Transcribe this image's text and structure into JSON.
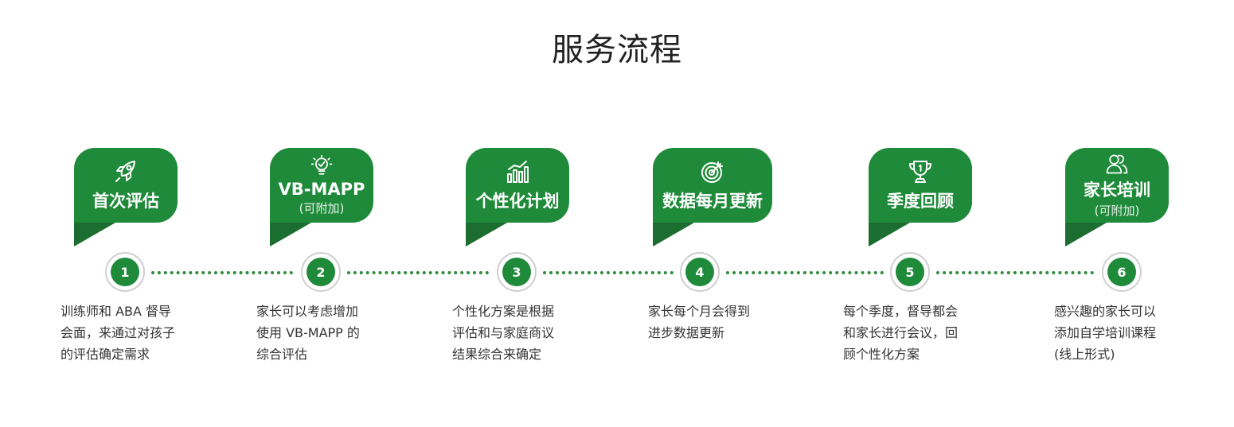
{
  "title": "服务流程",
  "steps": [
    {
      "number": "1",
      "label": "首次评估",
      "sub": "",
      "icon": "rocket-icon",
      "desc_lines": [
        "训练师和 ABA 督导",
        "会面，来通过对孩子",
        "的评估确定需求"
      ]
    },
    {
      "number": "2",
      "label": "VB-MAPP",
      "sub": "(可附加)",
      "icon": "lightbulb-icon",
      "desc_lines": [
        "家长可以考虑增加",
        "使用 VB-MAPP 的",
        "综合评估"
      ]
    },
    {
      "number": "3",
      "label": "个性化计划",
      "sub": "",
      "icon": "bar-chart-icon",
      "desc_lines": [
        "个性化方案是根据",
        "评估和与家庭商议",
        "结果综合来确定"
      ]
    },
    {
      "number": "4",
      "label": "数据每月更新",
      "sub": "",
      "icon": "target-icon",
      "desc_lines": [
        "家长每个月会得到",
        "进步数据更新"
      ]
    },
    {
      "number": "5",
      "label": "季度回顾",
      "sub": "",
      "icon": "trophy-icon",
      "desc_lines": [
        "每个季度，督导都会",
        "和家长进行会议，回",
        "顾个性化方案"
      ]
    },
    {
      "number": "6",
      "label": "家长培训",
      "sub": "(可附加)",
      "icon": "users-icon",
      "desc_lines": [
        "感兴趣的家长可以",
        "添加自学培训课程",
        "(线上形式)"
      ]
    }
  ],
  "colors": {
    "accent": "#1f8a3a",
    "accent_dark": "#1b6e2f"
  }
}
